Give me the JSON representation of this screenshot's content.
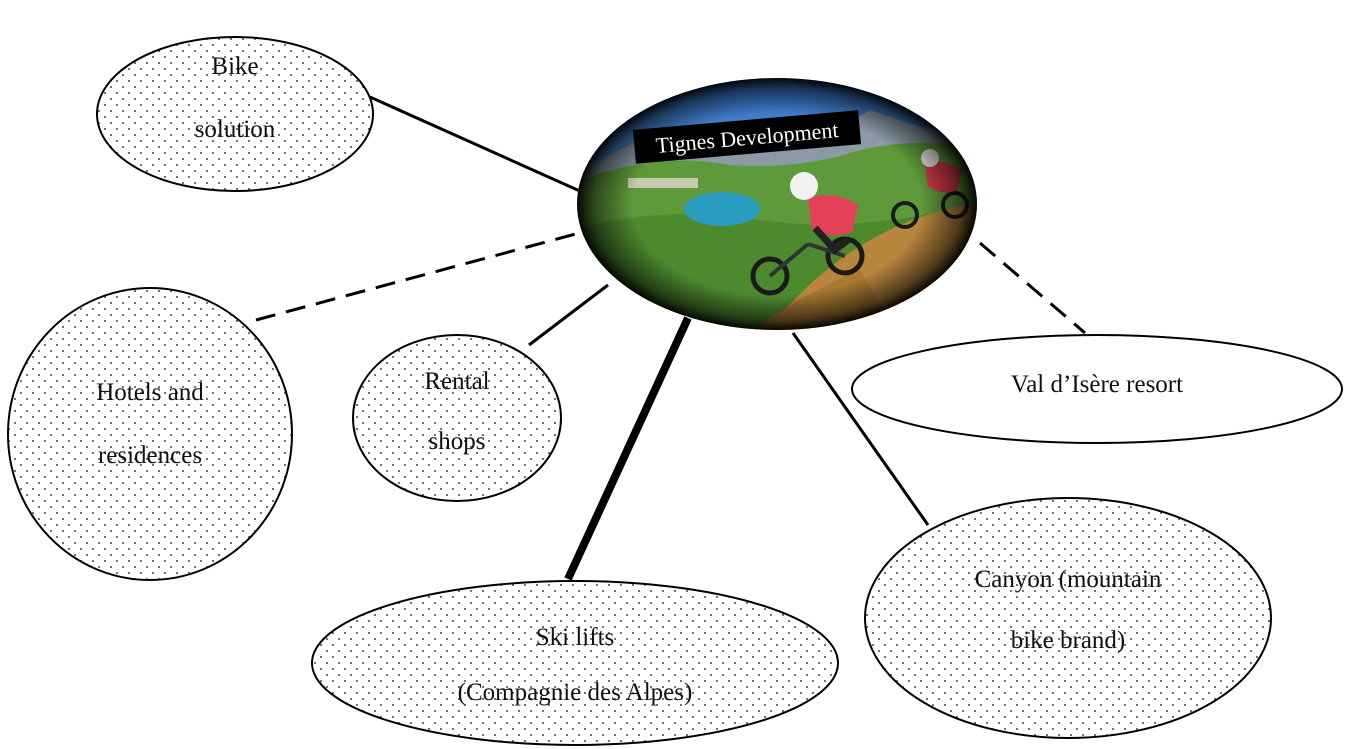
{
  "diagram": {
    "hub": {
      "label": "Tignes Development",
      "picture": "mountain-bike-photo"
    },
    "nodes": {
      "bike_solution": {
        "line1": "Bike",
        "line2": "solution"
      },
      "hotels": {
        "line1": "Hotels and",
        "line2": "residences"
      },
      "rental": {
        "line1": "Rental",
        "line2": "shops"
      },
      "ski_lifts": {
        "line1": "Ski lifts",
        "line2": "(Compagnie des Alpes)"
      },
      "canyon": {
        "line1": "Canyon (mountain",
        "line2": "bike brand)"
      },
      "val_disere": {
        "line1": "Val d’Isère resort"
      }
    },
    "connector_styles": {
      "bike_solution": "solid",
      "hotels": "dashed",
      "rental": "solid",
      "ski_lifts": "thick",
      "canyon": "solid",
      "val_disere": "dashed"
    },
    "colors": {
      "stroke": "#000000",
      "node_fill": "#ffffff",
      "dot_pattern": "#444444",
      "sky": "#4f8fd6",
      "meadow": "#5f9a3a",
      "lake": "#2a9cc0",
      "trail": "#b9863d",
      "jersey": "#e4405a"
    }
  }
}
